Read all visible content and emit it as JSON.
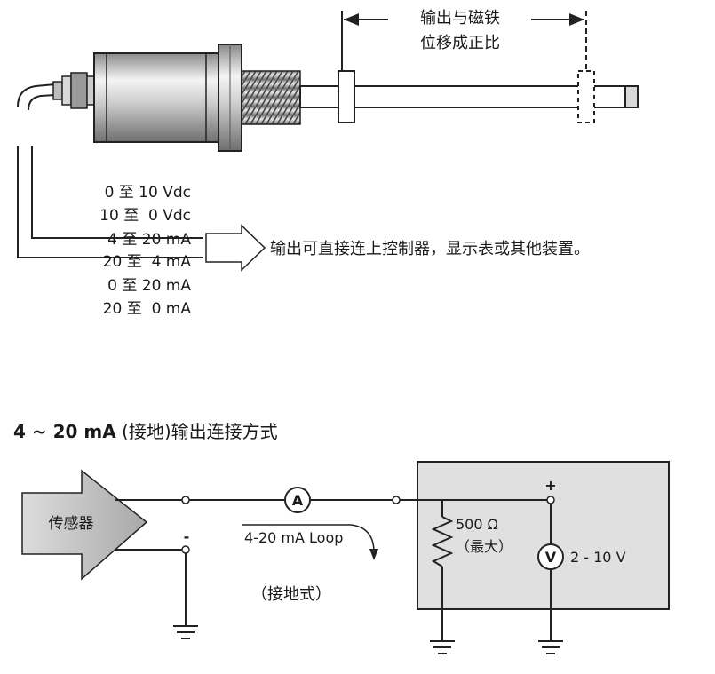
{
  "top": {
    "travel_label": [
      "输出与磁铁",
      "位移成正比"
    ],
    "output_ranges": [
      "0 至 10 Vdc",
      "10 至  0 Vdc",
      "4 至 20 mA",
      "20 至  4 mA",
      "0 至 20 mA",
      "20 至  0 mA"
    ],
    "output_note": "输出可直接连上控制器，显示表或其他装置。"
  },
  "section": {
    "title_bold": "4 ~ 20 mA",
    "title_rest": " (接地)输出连接方式"
  },
  "circuit": {
    "sensor_label": "传感器",
    "ammeter_symbol": "A",
    "voltmeter_symbol": "V",
    "loop_label": "4-20 mA Loop",
    "grounded_label": "（接地式）",
    "resistor_value": "500 Ω",
    "resistor_note": "（最大）",
    "voltage_range": "2 - 10 V",
    "plus_sign": "+",
    "minus_sign": "-"
  }
}
